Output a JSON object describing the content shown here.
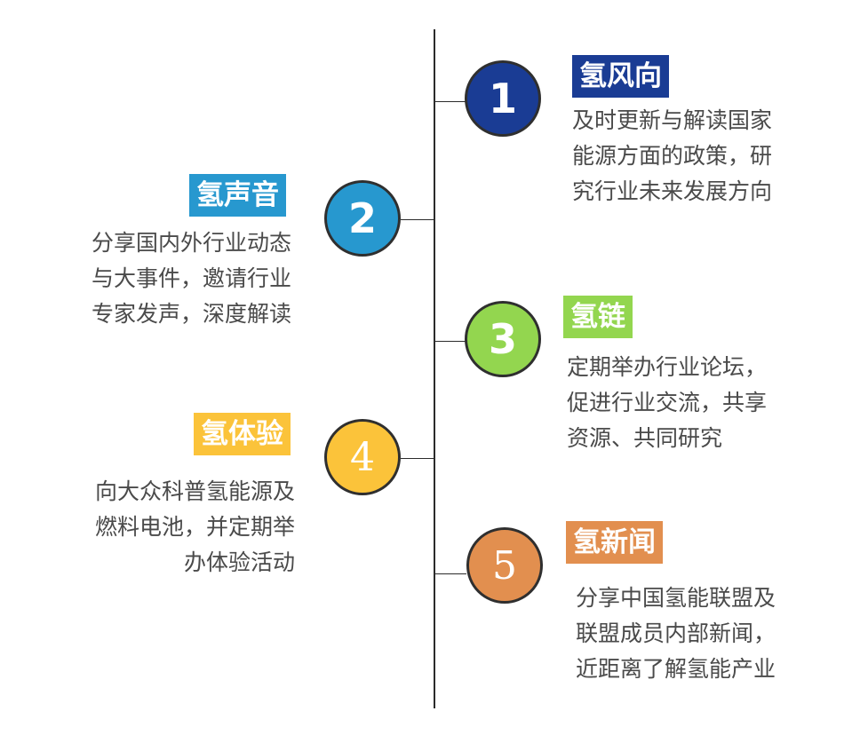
{
  "colors": {
    "item1": "#1a3c94",
    "item2": "#2798cf",
    "item3": "#93d64f",
    "item4": "#fbc33a",
    "item5": "#e28f4f"
  },
  "items": [
    {
      "number": "1",
      "title": "氢风向",
      "lines": [
        "及时更新与解读国家",
        "能源方面的政策，研",
        "究行业未来发展方向"
      ]
    },
    {
      "number": "2",
      "title": "氢声音",
      "lines": [
        "分享国内外行业动态",
        "与大事件，邀请行业",
        "专家发声，深度解读"
      ]
    },
    {
      "number": "3",
      "title": "氢链",
      "lines": [
        "定期举办行业论坛，",
        "促进行业交流，共享",
        "资源、共同研究"
      ]
    },
    {
      "number": "4",
      "title": "氢体验",
      "lines": [
        "向大众科普氢能源及",
        "燃料电池，并定期举",
        "办体验活动"
      ]
    },
    {
      "number": "5",
      "title": "氢新闻",
      "lines": [
        "分享中国氢能联盟及",
        "联盟成员内部新闻，",
        "近距离了解氢能产业"
      ]
    }
  ]
}
